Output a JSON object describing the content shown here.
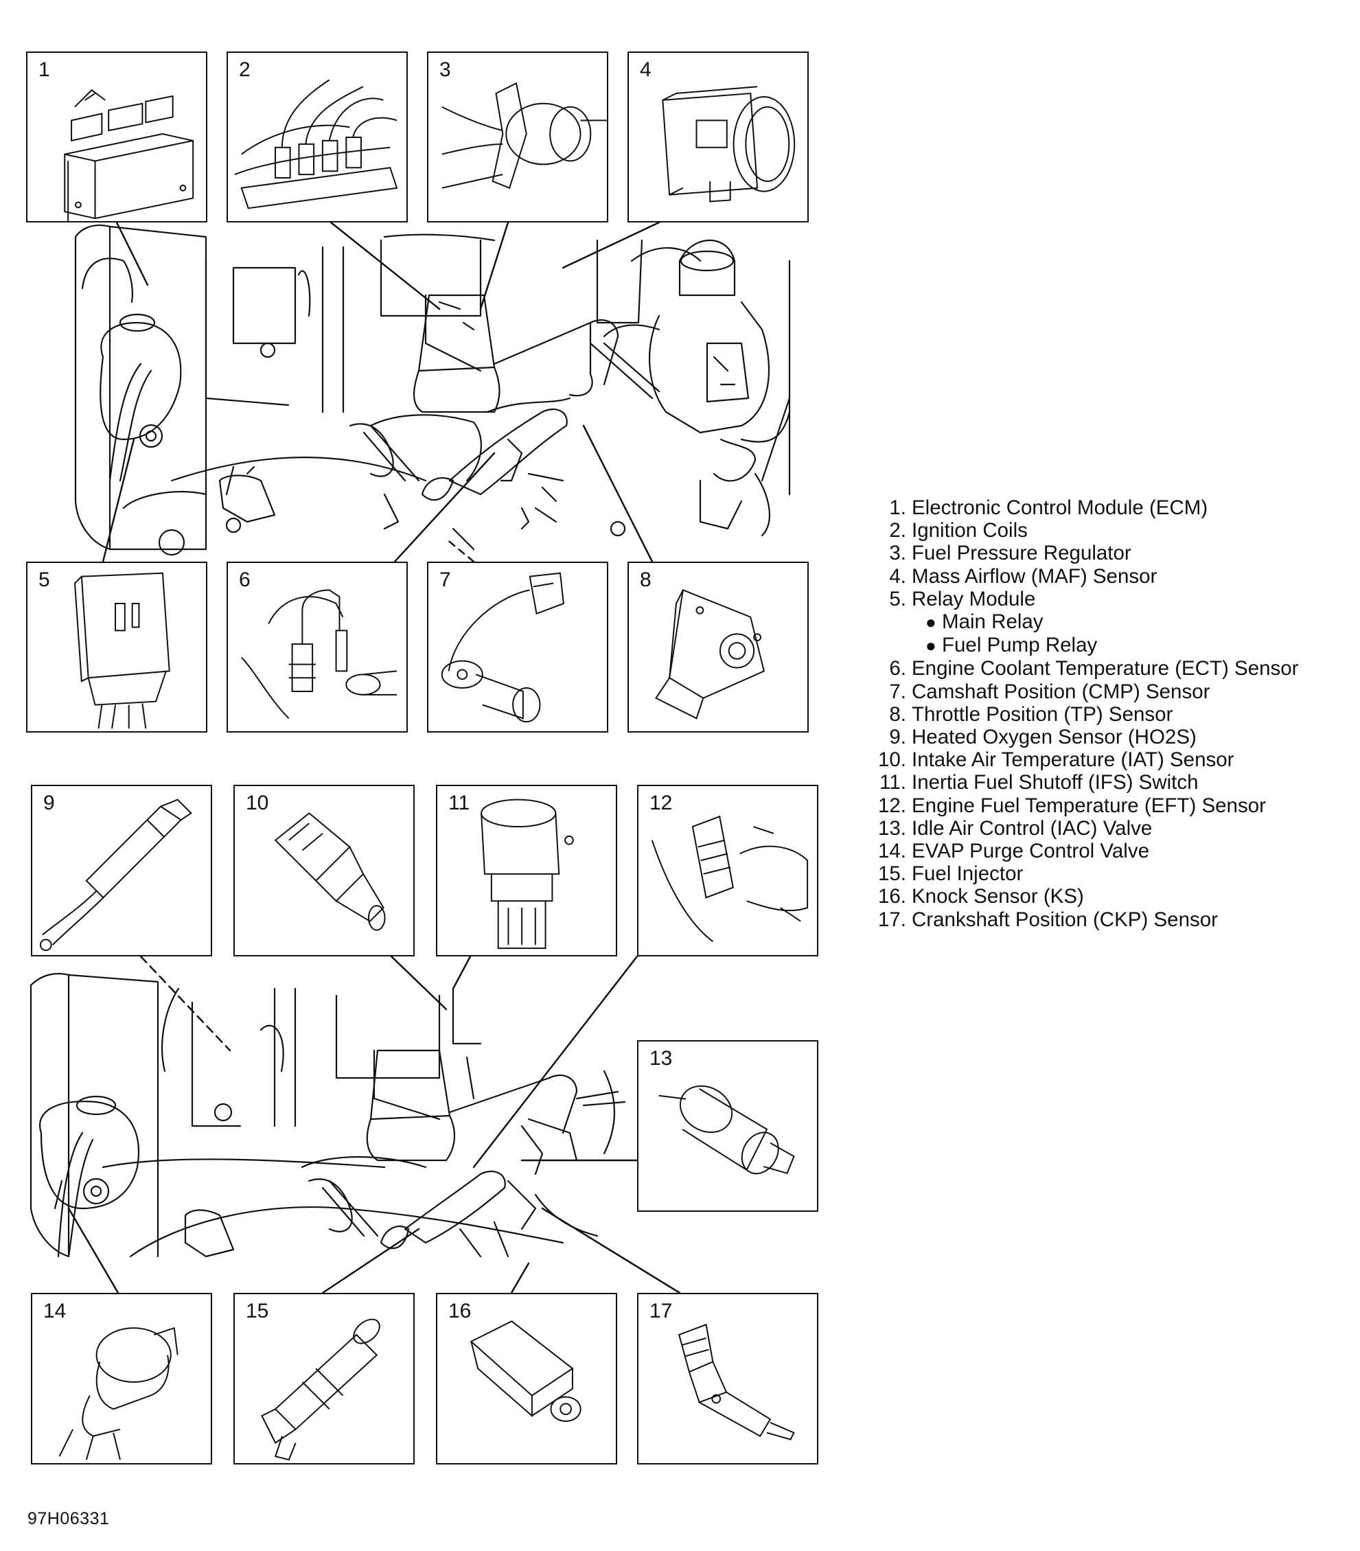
{
  "legend": {
    "items": [
      {
        "num": "1.",
        "text": "Electronic Control Module (ECM)"
      },
      {
        "num": "2.",
        "text": "Ignition Coils"
      },
      {
        "num": "3.",
        "text": "Fuel Pressure Regulator"
      },
      {
        "num": "4.",
        "text": "Mass Airflow (MAF) Sensor"
      },
      {
        "num": "5.",
        "text": "Relay Module"
      },
      {
        "num": "6.",
        "text": "Engine Coolant Temperature (ECT) Sensor"
      },
      {
        "num": "7.",
        "text": "Camshaft Position (CMP) Sensor"
      },
      {
        "num": "8.",
        "text": "Throttle Position (TP) Sensor"
      },
      {
        "num": "9.",
        "text": "Heated Oxygen Sensor (HO2S)"
      },
      {
        "num": "10.",
        "text": "Intake Air Temperature (IAT) Sensor"
      },
      {
        "num": "11.",
        "text": "Inertia Fuel Shutoff (IFS) Switch"
      },
      {
        "num": "12.",
        "text": "Engine Fuel Temperature (EFT) Sensor"
      },
      {
        "num": "13.",
        "text": "Idle Air Control (IAC) Valve"
      },
      {
        "num": "14.",
        "text": "EVAP Purge Control Valve"
      },
      {
        "num": "15.",
        "text": "Fuel Injector"
      },
      {
        "num": "16.",
        "text": "Knock Sensor (KS)"
      },
      {
        "num": "17.",
        "text": "Crankshaft Position (CKP) Sensor"
      }
    ],
    "relay_subitems": [
      "Main Relay",
      "Fuel Pump Relay"
    ]
  },
  "callouts": [
    "1",
    "2",
    "3",
    "4",
    "5",
    "6",
    "7",
    "8",
    "9",
    "10",
    "11",
    "12",
    "13",
    "14",
    "15",
    "16",
    "17"
  ],
  "figure_id": "97H06331",
  "colors": {
    "ink": "#111111",
    "paper": "#ffffff"
  }
}
